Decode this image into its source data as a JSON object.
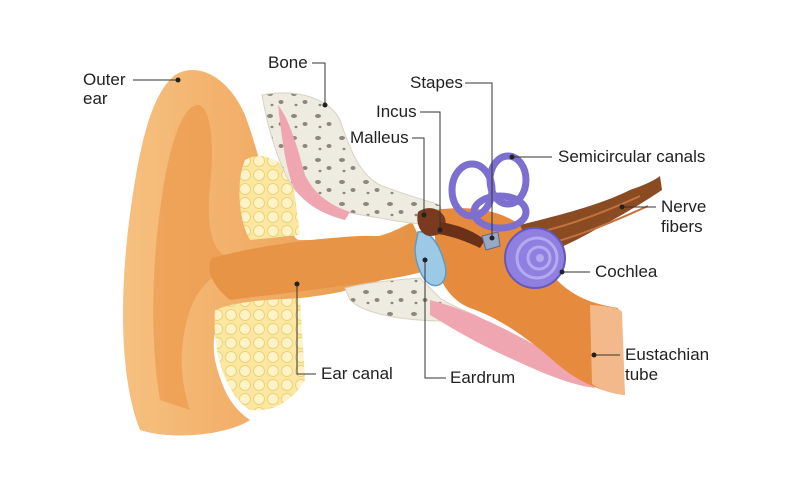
{
  "labels": {
    "outer_ear_1": "Outer",
    "outer_ear_2": "ear",
    "bone": "Bone",
    "stapes": "Stapes",
    "incus": "Incus",
    "malleus": "Malleus",
    "semicircular_canals": "Semicircular canals",
    "nerve_fibers_1": "Nerve",
    "nerve_fibers_2": "fibers",
    "cochlea": "Cochlea",
    "eustachian_tube_1": "Eustachian",
    "eustachian_tube_2": "tube",
    "ear_canal": "Ear canal",
    "eardrum": "Eardrum"
  },
  "colors": {
    "skin_light": "#f7c68a",
    "skin_mid": "#efa35a",
    "skin_dark": "#e08a3c",
    "fat_yellow": "#fbe9a0",
    "bone": "#efece2",
    "muscle_pink": "#f0a6b0",
    "canal_purple": "#7d6fd0",
    "cochlea_purple": "#8e7fe0",
    "nerve_brown": "#8a4a22",
    "eardrum_blue": "#9cc9e6",
    "ossicle_brown": "#7a3a1f",
    "leader_line": "#333333"
  }
}
